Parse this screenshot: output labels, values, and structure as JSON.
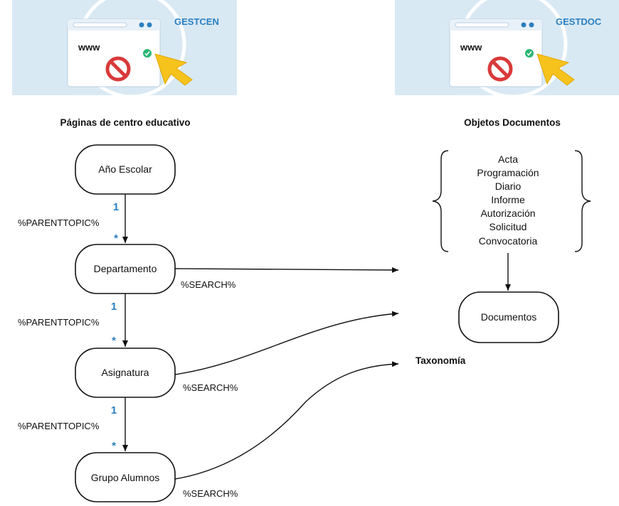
{
  "colors": {
    "banner_bg": "#d9e9f4",
    "accent": "#2a7fc0",
    "browser_frame": "#ffffff",
    "forbidden_red": "#d93a3a",
    "check_green": "#2bb673",
    "cursor_yellow": "#f6c21c"
  },
  "banners": {
    "left": {
      "title": "GESTCEN",
      "url_text": "www",
      "icon": "browser-forbidden-icon"
    },
    "right": {
      "title": "GESTDOC",
      "url_text": "www",
      "icon": "browser-forbidden-icon"
    }
  },
  "sections": {
    "left_heading": "Páginas de centro educativo",
    "right_heading": "Objetos Documentos",
    "taxonomy": "Taxonomía"
  },
  "nodes": {
    "ano_escolar": "Año Escolar",
    "departamento": "Departamento",
    "asignatura": "Asignatura",
    "grupo_alumnos": "Grupo Alumnos",
    "documentos": "Documentos"
  },
  "document_types": [
    "Acta",
    "Programación",
    "Diario",
    "Informe",
    "Autorización",
    "Solicitud",
    "Convocatoria"
  ],
  "relations": {
    "parent_label": "%PARENTTOPIC%",
    "one": "1",
    "many": "*",
    "search_label": "%SEARCH%"
  }
}
